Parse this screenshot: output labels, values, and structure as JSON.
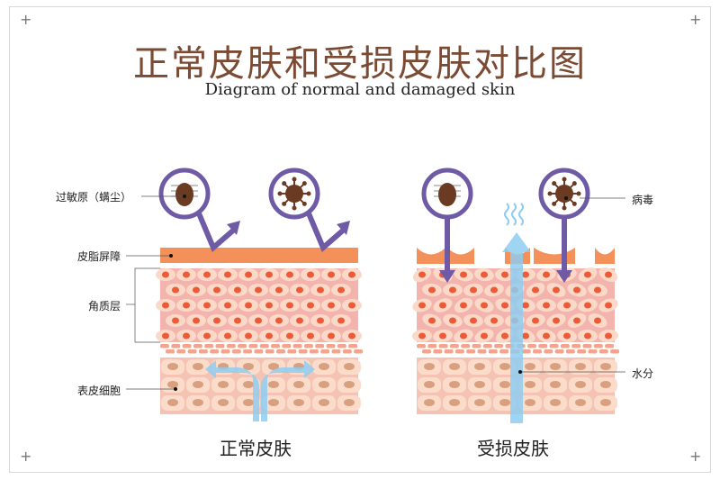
{
  "title": "正常皮肤和受损皮肤对比图",
  "subtitle": "Diagram of normal and damaged skin",
  "labels": {
    "allergen": "过敏原（螨尘）",
    "sebum_barrier": "皮脂屏障",
    "stratum_corneum": "角质层",
    "epidermal_cells": "表皮细胞",
    "virus": "病毒",
    "moisture": "水分"
  },
  "captions": {
    "normal": "正常皮肤",
    "damaged": "受损皮肤"
  },
  "colors": {
    "title": "#7b4a32",
    "barrier": "#f4905a",
    "cell_bg": "#f4c0b8",
    "nucleus": "#ec5a38",
    "arrow_purple": "#6f5aa6",
    "water": "#8ecdf0",
    "germ": "#6b3a22"
  }
}
